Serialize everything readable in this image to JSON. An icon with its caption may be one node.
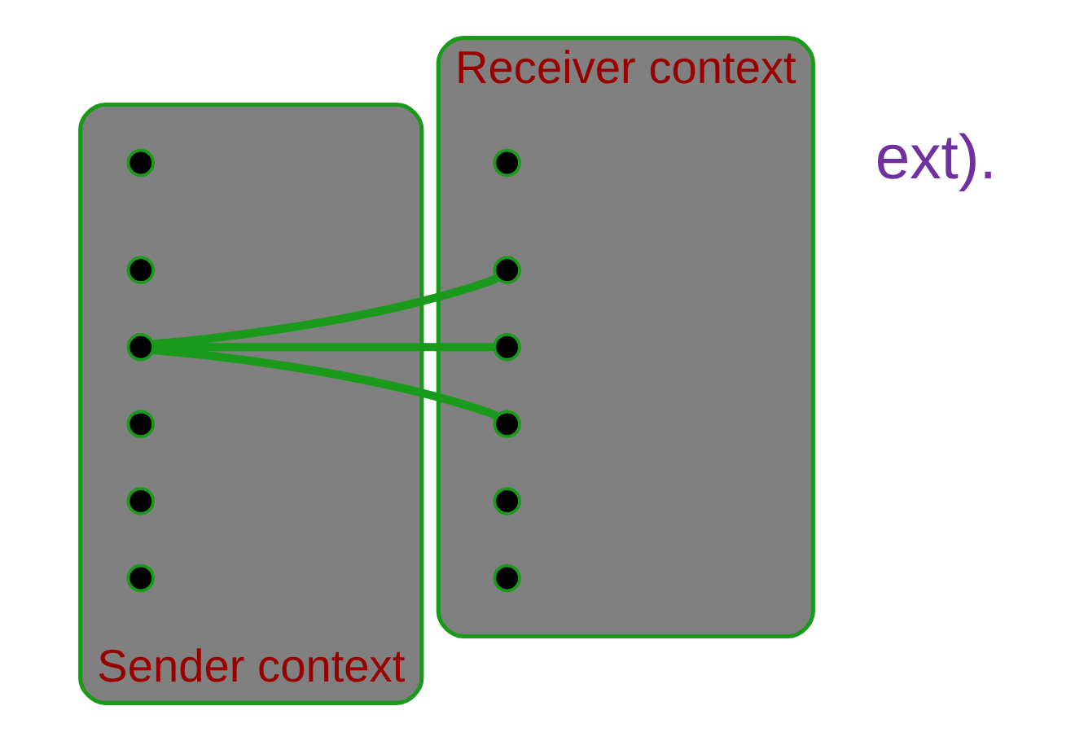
{
  "diagram": {
    "nodes": [
      {
        "text": [
          "Sender context"
        ]
      },
      {
        "text": [],
        "shape": "circle",
        "in": 0
      },
      {
        "text": [],
        "shape": "circle",
        "in": 0
      },
      {
        "text": [],
        "shape": "circle",
        "in": 0
      },
      {
        "text": [],
        "shape": "circle",
        "in": 0
      },
      {
        "text": [],
        "shape": "circle",
        "in": 0
      },
      {
        "text": [],
        "shape": "circle",
        "in": 0
      },
      {
        "text": [
          "Receiver context"
        ]
      },
      {
        "text": [],
        "shape": "circle",
        "in": 7
      },
      {
        "text": [],
        "shape": "circle",
        "in": 7
      },
      {
        "text": [],
        "shape": "circle",
        "in": 7
      },
      {
        "text": [],
        "shape": "circle",
        "in": 7
      },
      {
        "text": [],
        "shape": "circle",
        "in": 7
      },
      {
        "text": [],
        "shape": "circle",
        "in": 7
      }
    ],
    "edges": [
      {
        "from": 3,
        "to": 9,
        "arrow": "none"
      },
      {
        "from": 3,
        "to": 10,
        "arrow": "none"
      },
      {
        "from": 3,
        "to": 11,
        "arrow": "none"
      }
    ],
    "labels": [
      "ext)."
    ]
  }
}
